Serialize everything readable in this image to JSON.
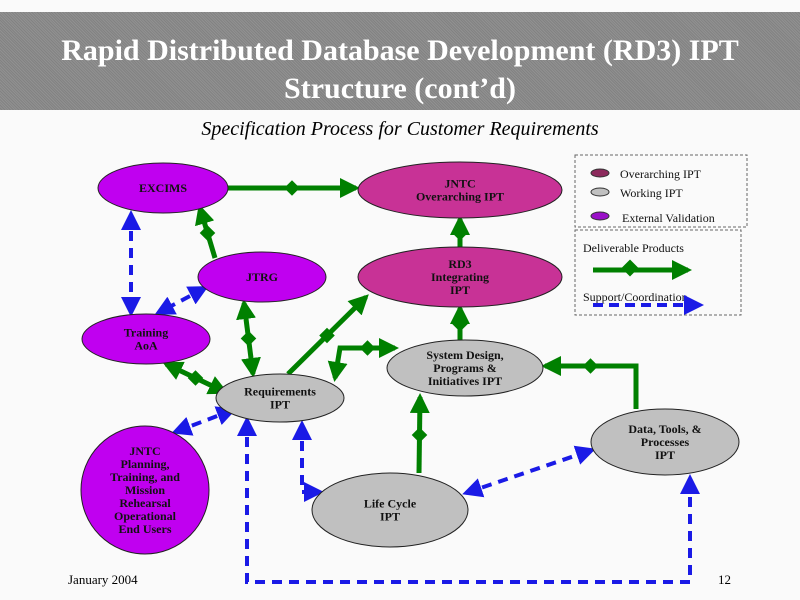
{
  "header": {
    "title_line1": "Rapid Distributed Database Development (RD3) IPT",
    "title_line2": "Structure (cont’d)"
  },
  "subtitle": "Specification Process for Customer Requirements",
  "colors": {
    "overarching": "#c83296",
    "working": "#c0c0c0",
    "external": "#c000f0",
    "deliverable": "#008000",
    "support": "#1a1ae6"
  },
  "nodes": {
    "excims": {
      "lines": [
        "EXCIMS"
      ],
      "type": "external"
    },
    "jntc_overarching": {
      "lines": [
        "JNTC",
        "Overarching IPT"
      ],
      "type": "overarching"
    },
    "jtrg": {
      "lines": [
        "JTRG"
      ],
      "type": "external"
    },
    "rd3_integrating": {
      "lines": [
        "RD3",
        "Integrating",
        "IPT"
      ],
      "type": "overarching"
    },
    "training_aoa": {
      "lines": [
        "Training",
        "AoA"
      ],
      "type": "external"
    },
    "requirements": {
      "lines": [
        "Requirements",
        "IPT"
      ],
      "type": "working"
    },
    "system_design": {
      "lines": [
        "System Design,",
        "Programs &",
        "Initiatives IPT"
      ],
      "type": "working"
    },
    "data_tools": {
      "lines": [
        "Data, Tools, &",
        "Processes",
        "IPT"
      ],
      "type": "working"
    },
    "life_cycle": {
      "lines": [
        "Life Cycle",
        "IPT"
      ],
      "type": "working"
    },
    "jntc_end_users": {
      "lines": [
        "JNTC",
        "Planning,",
        "Training, and",
        "Mission",
        "Rehearsal",
        "Operational",
        "End Users"
      ],
      "type": "external"
    }
  },
  "legend": {
    "node_types": [
      {
        "label": "Overarching IPT",
        "type": "overarching"
      },
      {
        "label": "Working IPT",
        "type": "working"
      },
      {
        "label": "External Validation",
        "type": "external"
      }
    ],
    "edge_types": [
      {
        "label": "Deliverable Products",
        "style": "deliverable"
      },
      {
        "label": "Support/Coordination",
        "style": "support"
      }
    ]
  },
  "edges": [
    {
      "from": "excims",
      "to": "jntc_overarching",
      "style": "deliverable"
    },
    {
      "from": "jtrg",
      "to": "excims",
      "style": "deliverable"
    },
    {
      "from": "rd3_integrating",
      "to": "jntc_overarching",
      "style": "deliverable"
    },
    {
      "from": "requirements",
      "to": "jtrg",
      "style": "deliverable",
      "bidirectional": true
    },
    {
      "from": "requirements",
      "to": "rd3_integrating",
      "style": "deliverable"
    },
    {
      "from": "requirements",
      "to": "system_design",
      "style": "deliverable",
      "bidirectional": true
    },
    {
      "from": "system_design",
      "to": "rd3_integrating",
      "style": "deliverable"
    },
    {
      "from": "data_tools",
      "to": "system_design",
      "style": "deliverable"
    },
    {
      "from": "life_cycle",
      "to": "system_design",
      "style": "deliverable"
    },
    {
      "from": "training_aoa",
      "to": "requirements",
      "style": "deliverable",
      "bidirectional": true
    },
    {
      "from": "excims",
      "to": "training_aoa",
      "style": "support",
      "bidirectional": true
    },
    {
      "from": "jtrg",
      "to": "training_aoa",
      "style": "support",
      "bidirectional": true
    },
    {
      "from": "requirements",
      "to": "jntc_end_users",
      "style": "support",
      "bidirectional": true
    },
    {
      "from": "requirements",
      "to": "life_cycle",
      "style": "support",
      "bidirectional": true
    },
    {
      "from": "life_cycle",
      "to": "data_tools",
      "style": "support",
      "bidirectional": true
    },
    {
      "from": "requirements",
      "to": "data_tools",
      "style": "support",
      "bidirectional": true
    }
  ],
  "footer": {
    "date": "January 2004",
    "page": "12"
  }
}
